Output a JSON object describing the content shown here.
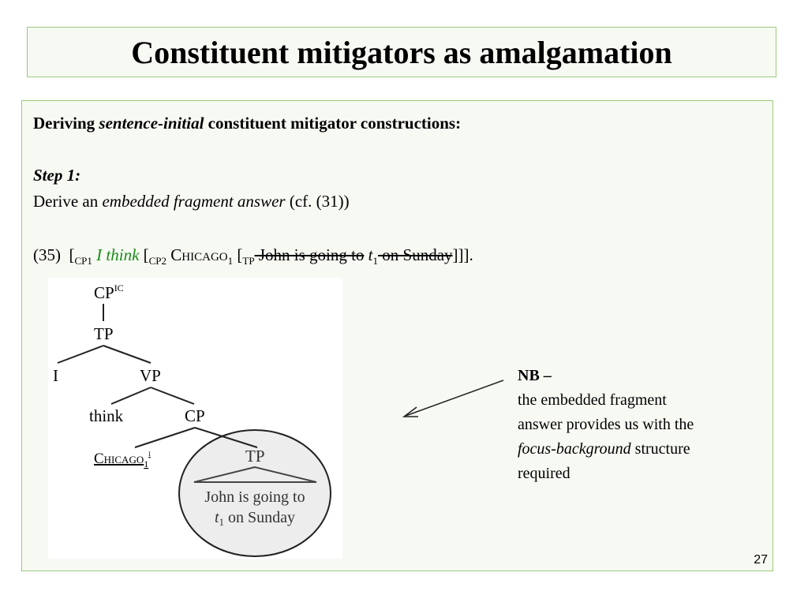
{
  "title": "Constituent mitigators as amalgamation",
  "intro": {
    "part1": "Deriving ",
    "part2_italic": "sentence-initial",
    "part3": " constituent mitigator constructions:"
  },
  "step": {
    "label": "Step 1:",
    "text_pre": "Derive an ",
    "text_italic": "embedded fragment answer",
    "text_post": " (cf. (31))"
  },
  "example": {
    "number": "(35)",
    "open1": "[",
    "cp1": "CP1",
    "i_think": " I think",
    "open2": " [",
    "cp2": "CP2",
    "chicago": " Chicago",
    "sub1": "1",
    "open3": " [",
    "tp": "TP",
    "struck": " John is going to",
    "t": "t",
    "t_sub": "1",
    "struck2": " on Sunday",
    "close": "]]]."
  },
  "tree": {
    "root": "CP",
    "root_sup": "IC",
    "tp_top": "TP",
    "i": "I",
    "vp": "VP",
    "think": "think",
    "cp": "CP",
    "chicago": "Chicago",
    "chicago_sub": "1",
    "chicago_sup": "i",
    "tp_low": "TP",
    "sent1": "John is going to",
    "sent2_t": "t",
    "sent2_sub": "1",
    "sent2_rest": " on Sunday"
  },
  "note": {
    "head": "NB –",
    "line1": "the embedded fragment",
    "line2": "answer provides us with the",
    "line3_italic": "focus-background",
    "line3_rest": " structure",
    "line4": "required"
  },
  "page_number": "27",
  "colors": {
    "border": "#9cc97a",
    "panel": "#f7f9f3",
    "green": "#1a8c1a"
  }
}
